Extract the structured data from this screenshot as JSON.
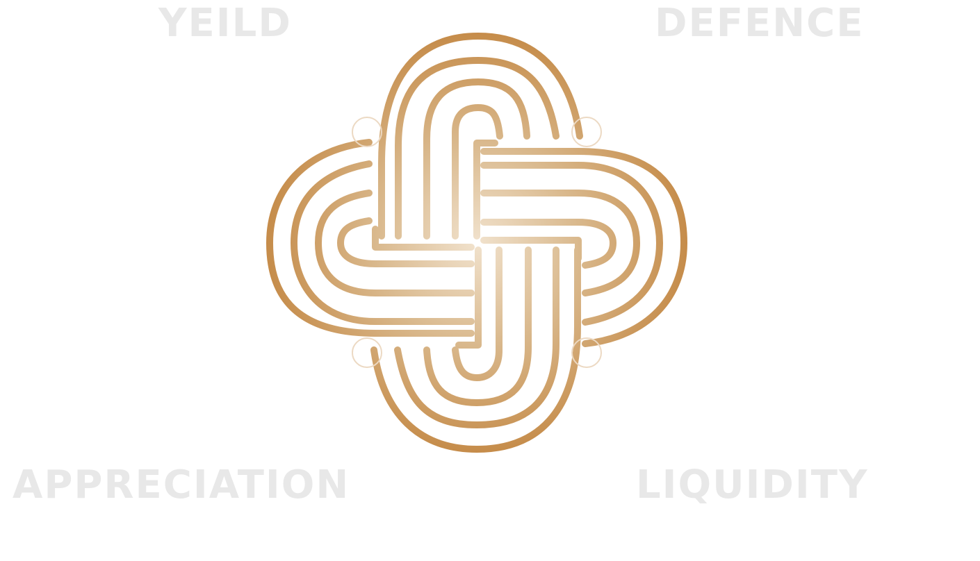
{
  "labels": {
    "top_left": "YEILD",
    "top_right": "DEFENCE",
    "bottom_left": "APPRECIATION",
    "bottom_right": "LIQUIDITY"
  },
  "colors": {
    "label_text": "#e8e8e8",
    "emblem_outer": "#c2843e",
    "emblem_mid": "#d9b88c",
    "emblem_center": "#f1e2cd",
    "marker_ring": "#ecd9c3"
  },
  "emblem": {
    "icon": "interlaced-quatrefoil-knot-emblem",
    "marker_icon": "circle-marker-icon"
  }
}
